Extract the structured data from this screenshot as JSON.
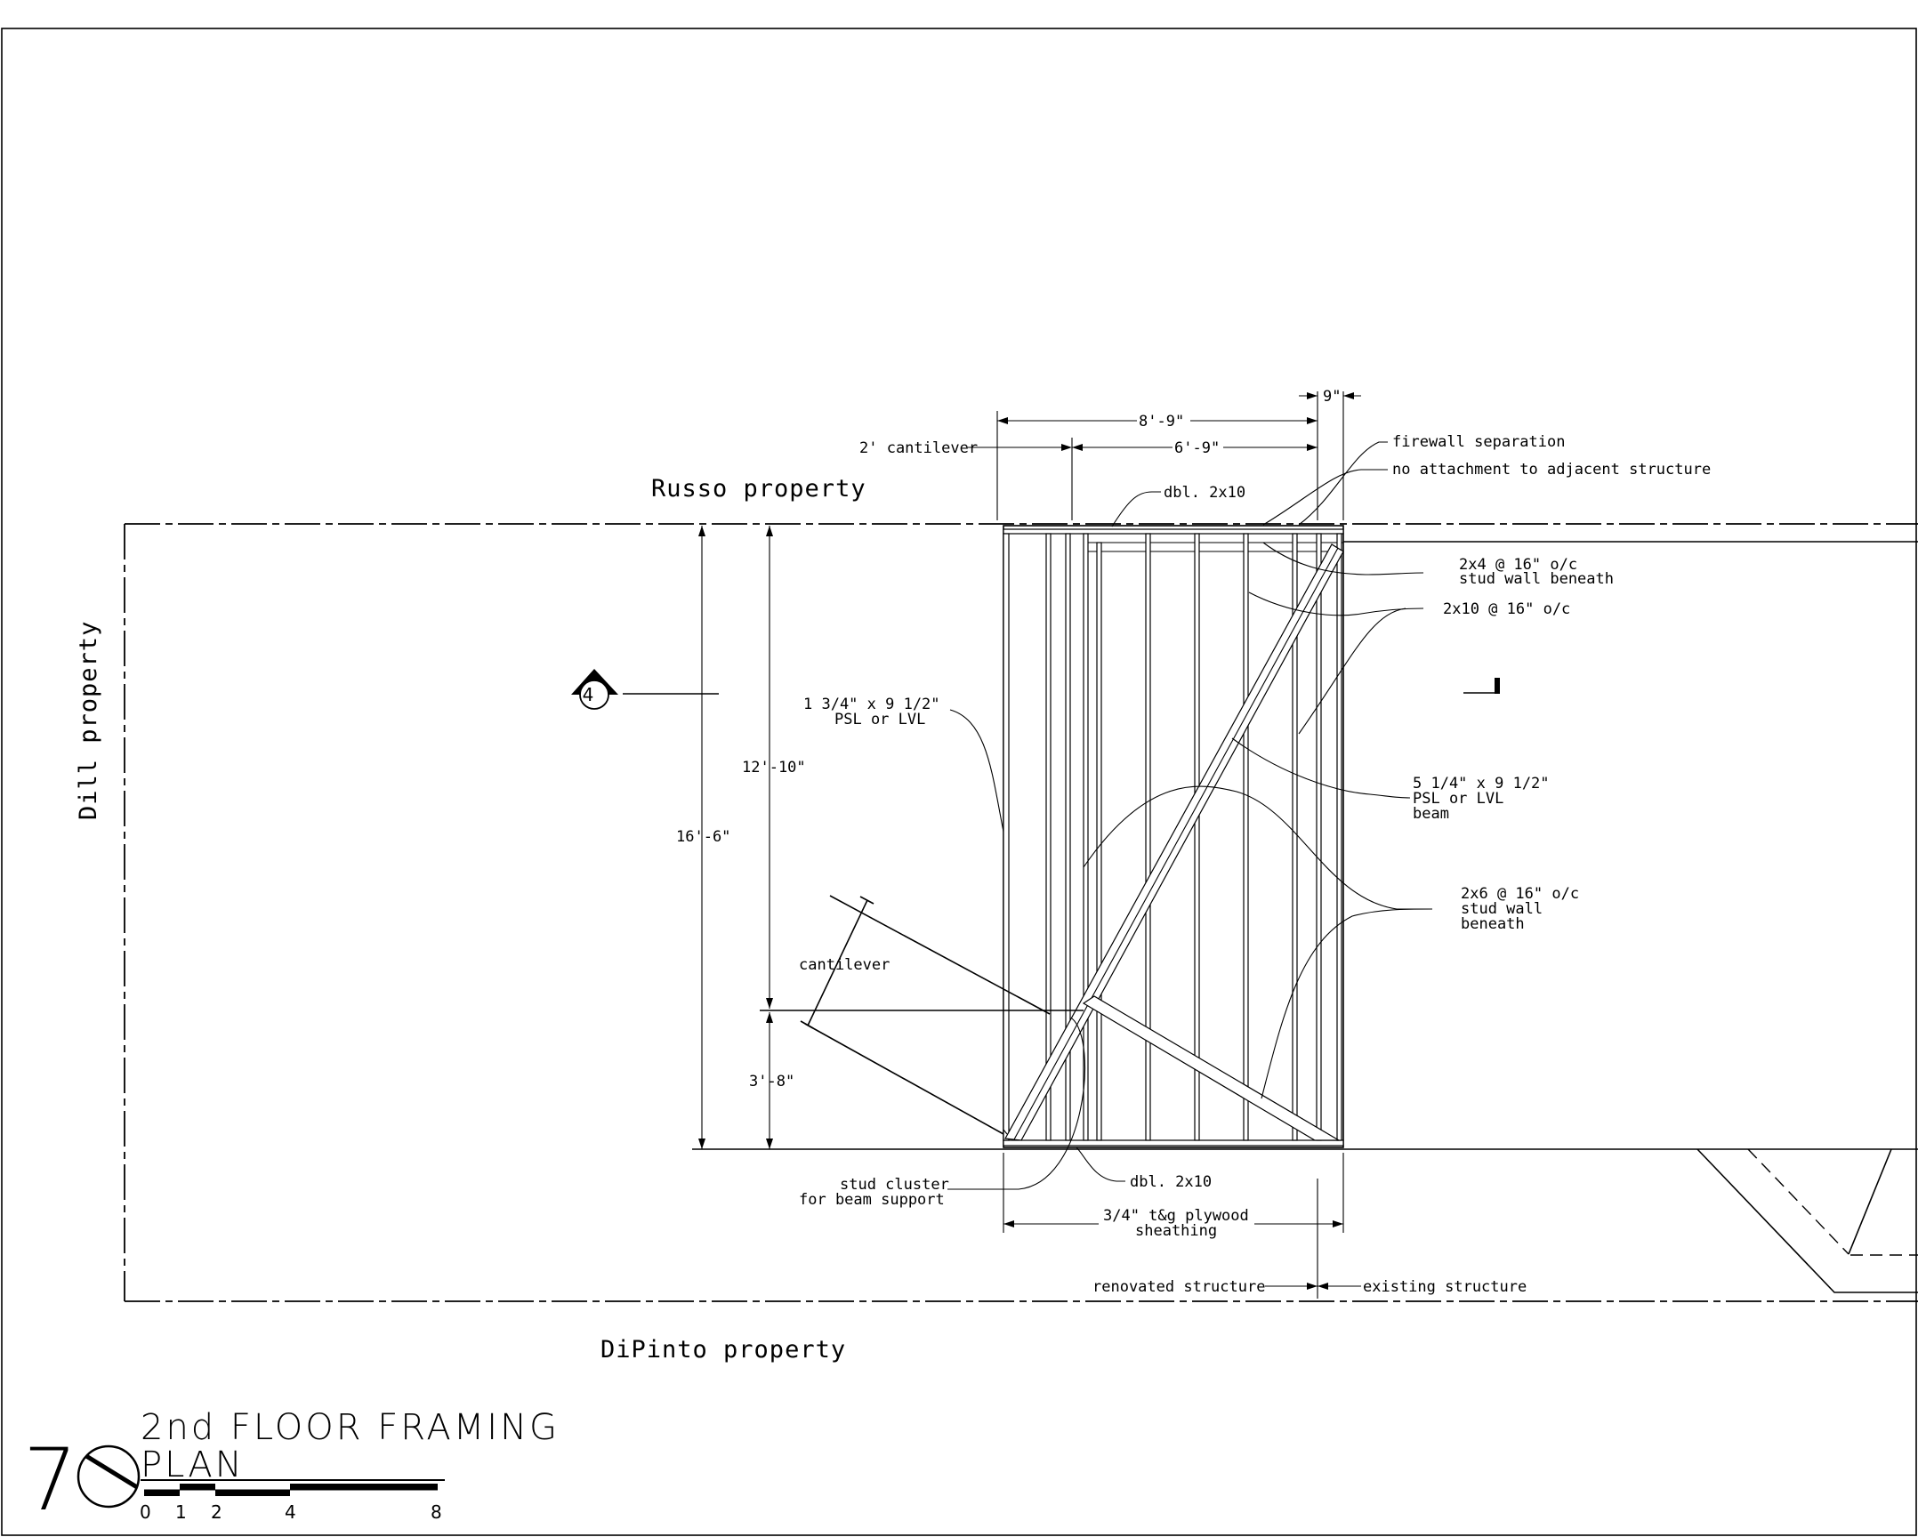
{
  "properties": {
    "north": "Russo property",
    "west": "Dill property",
    "south": "DiPinto property"
  },
  "dimensions": {
    "overall_width": "8'-9\"",
    "cantilever_2ft": "2' cantilever",
    "inner_width": "6'-9\"",
    "gap": "9\"",
    "depth_total": "16'-6\"",
    "depth_upper": "12'-10\"",
    "depth_lower": "3'-8\""
  },
  "callouts": {
    "firewall": "firewall separation",
    "no_attachment": "no attachment to adjacent structure",
    "dbl_top": "dbl. 2x10",
    "dbl_bottom": "dbl. 2x10",
    "stud_2x4_l1": "2x4 @ 16\" o/c",
    "stud_2x4_l2": "stud wall beneath",
    "joist_2x10": "2x10 @ 16\" o/c",
    "psl_small_l1": "1 3/4\" x 9 1/2\"",
    "psl_small_l2": "PSL or LVL",
    "psl_big_l1": "5 1/4\" x 9 1/2\"",
    "psl_big_l2": "PSL or LVL",
    "psl_big_l3": "beam",
    "stud_2x6_l1": "2x6 @ 16\" o/c",
    "stud_2x6_l2": "stud wall",
    "stud_2x6_l3": "beneath",
    "cantilever": "cantilever",
    "stud_cluster_l1": "stud cluster",
    "stud_cluster_l2": "for beam support",
    "plywood_l1": "3/4\" t&g plywood",
    "plywood_l2": "sheathing",
    "renovated": "renovated structure",
    "existing": "existing structure",
    "section_marker": "4"
  },
  "title_block": {
    "drawing_number": "7",
    "title_line1": "2nd FLOOR FRAMING",
    "title_line2": "PLAN",
    "scale_labels": [
      "0",
      "1",
      "2",
      "4",
      "8"
    ]
  }
}
